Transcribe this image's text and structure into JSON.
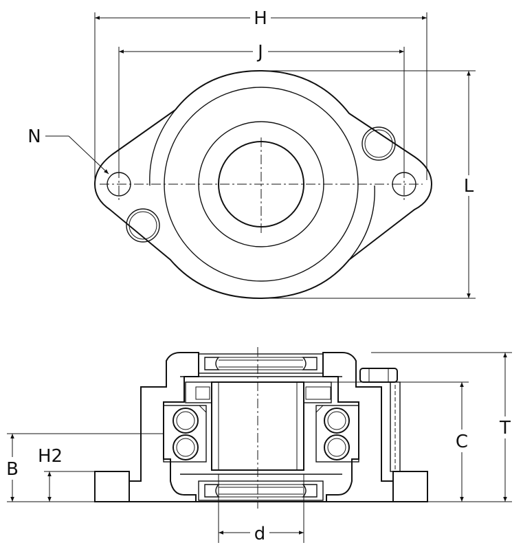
{
  "dimensions": {
    "H": "H",
    "J": "J",
    "N": "N",
    "L": "L",
    "B": "B",
    "H2": "H2",
    "C": "C",
    "T": "T",
    "d": "d"
  },
  "colors": {
    "line": "#111111",
    "background": "#ffffff"
  }
}
